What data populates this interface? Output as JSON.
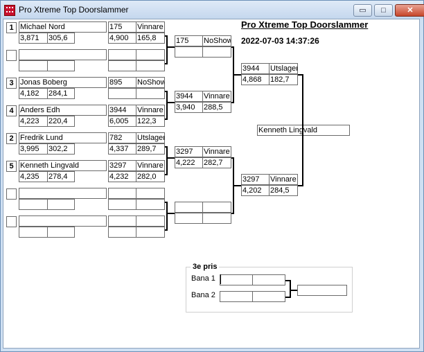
{
  "window": {
    "title": "Pro Xtreme  Top Doorslammer",
    "minimize_glyph": "▭",
    "maximize_glyph": "□",
    "close_glyph": "✕"
  },
  "header": {
    "event_title": "Pro Xtreme  Top Doorslammer",
    "timestamp": "2022-07-03 14:37:26"
  },
  "round1": [
    {
      "seed": "1",
      "driver": "Michael Nord",
      "reaction": "3,871",
      "speed": "305,6",
      "et": "175",
      "result": "Vinnare",
      "rt2": "4,900",
      "speed2": "165,8"
    },
    {
      "seed": "",
      "driver": "",
      "reaction": "",
      "speed": "",
      "et": "",
      "result": "",
      "rt2": "",
      "speed2": ""
    },
    {
      "seed": "3",
      "driver": "Jonas Boberg",
      "reaction": "4,182",
      "speed": "284,1",
      "et": "895",
      "result": "NoShow",
      "rt2": "",
      "speed2": ""
    },
    {
      "seed": "4",
      "driver": "Anders Edh",
      "reaction": "4,223",
      "speed": "220,4",
      "et": "3944",
      "result": "Vinnare",
      "rt2": "6,005",
      "speed2": "122,3"
    },
    {
      "seed": "2",
      "driver": "Fredrik Lund",
      "reaction": "3,995",
      "speed": "302,2",
      "et": "782",
      "result": "Utslager",
      "rt2": "4,337",
      "speed2": "289,7"
    },
    {
      "seed": "5",
      "driver": "Kenneth Lingvald",
      "reaction": "4,235",
      "speed": "278,4",
      "et": "3297",
      "result": "Vinnare",
      "rt2": "4,232",
      "speed2": "282,0"
    },
    {
      "seed": "",
      "driver": "",
      "reaction": "",
      "speed": "",
      "et": "",
      "result": "",
      "rt2": "",
      "speed2": ""
    },
    {
      "seed": "",
      "driver": "",
      "reaction": "",
      "speed": "",
      "et": "",
      "result": "",
      "rt2": "",
      "speed2": ""
    }
  ],
  "round2": [
    {
      "et": "175",
      "result": "NoShow",
      "rt": "",
      "speed": ""
    },
    {
      "et": "3944",
      "result": "Vinnare",
      "rt": "3,940",
      "speed": "288,5"
    },
    {
      "et": "3297",
      "result": "Vinnare",
      "rt": "4,222",
      "speed": "282,7"
    },
    {
      "et": "",
      "result": "",
      "rt": "",
      "speed": ""
    }
  ],
  "semis": [
    {
      "et": "3944",
      "result": "Utslager",
      "rt": "4,868",
      "speed": "182,7"
    },
    {
      "et": "3297",
      "result": "Vinnare",
      "rt": "4,202",
      "speed": "284,5"
    }
  ],
  "winner": "Kenneth Lingvald",
  "third_place": {
    "title": "3e pris",
    "lane1": "Bana 1",
    "lane2": "Bana 2"
  }
}
